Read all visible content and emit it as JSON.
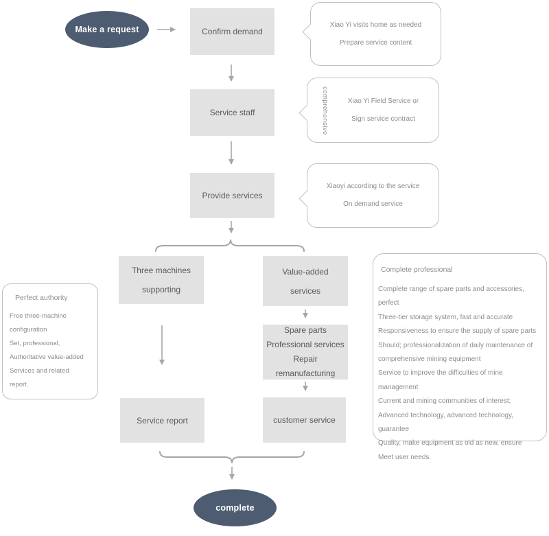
{
  "colors": {
    "node_bg": "#4d5c70",
    "node_text": "#ffffff",
    "box_bg": "#e2e2e2",
    "box_text": "#595959",
    "panel_border": "#c0c0c0",
    "panel_text": "#8c8c8c",
    "connector": "#a6a6a6"
  },
  "flow": {
    "start": {
      "label": "Make a request"
    },
    "confirm_demand": {
      "label": "Confirm demand"
    },
    "service_staff": {
      "label": "Service staff"
    },
    "provide_services": {
      "label": "Provide services"
    },
    "three_machines": {
      "line1": "Three machines",
      "line2": "supporting"
    },
    "value_added": {
      "line1": "Value-added",
      "line2": "services"
    },
    "spare_parts": {
      "line1": "Spare parts",
      "line2": "Professional services",
      "line3": "Repair remanufacturing"
    },
    "service_report": {
      "label": "Service report"
    },
    "customer_service": {
      "label": "customer service"
    },
    "end": {
      "label": "complete"
    }
  },
  "callouts": {
    "visit": {
      "line1": "Xiao Yi visits home as needed",
      "line2": "Prepare service content"
    },
    "field_service": {
      "vertical_label": "comprehensive",
      "line1": "Xiao Yi Field Service or",
      "line2": "Sign service contract"
    },
    "according": {
      "line1": "Xiaoyi according to the service",
      "line2": "On demand service"
    },
    "perfect_authority": {
      "title": "Perfect authority",
      "lines": [
        "Free three-machine configuration",
        "Set, professional,",
        "Authoritative value-added",
        "Services and related",
        "report."
      ]
    },
    "complete_professional": {
      "title": "Complete professional",
      "lines": [
        "Complete range of spare parts and accessories, perfect",
        "Three-tier storage system, fast and accurate",
        "Responsiveness to ensure the supply of spare parts",
        "Should; professionalization of daily maintenance of",
        "comprehensive mining equipment",
        "Service to improve the difficulties of mine management",
        "Current and mining communities of interest;",
        "Advanced technology, advanced technology, guarantee",
        "Quality, make equipment as old as new, ensure",
        "Meet user needs."
      ]
    }
  }
}
